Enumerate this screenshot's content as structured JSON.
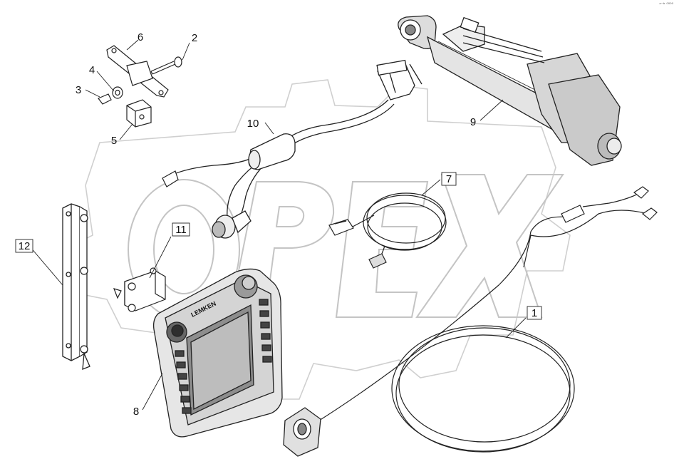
{
  "corner_mark": "ᵃ⁻ᵇ ⁰⁰⁰⁰",
  "watermark": {
    "text": "OPEX",
    "color": "#c8c8c8"
  },
  "device": {
    "brand": "LEMKEN"
  },
  "callouts": [
    {
      "id": "1",
      "boxed": true
    },
    {
      "id": "2",
      "boxed": false
    },
    {
      "id": "3",
      "boxed": false
    },
    {
      "id": "4",
      "boxed": false
    },
    {
      "id": "5",
      "boxed": false
    },
    {
      "id": "6",
      "boxed": false
    },
    {
      "id": "7",
      "boxed": true
    },
    {
      "id": "8",
      "boxed": false
    },
    {
      "id": "9",
      "boxed": false
    },
    {
      "id": "10",
      "boxed": false
    },
    {
      "id": "11",
      "boxed": true
    },
    {
      "id": "12",
      "boxed": true
    }
  ]
}
